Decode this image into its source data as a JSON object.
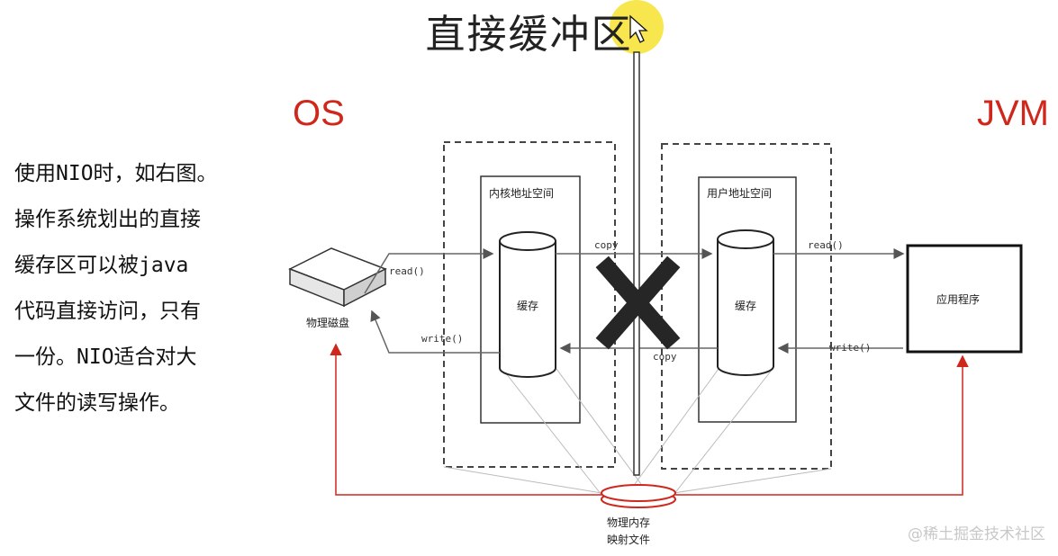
{
  "title": "直接缓冲区",
  "labels": {
    "os": "OS",
    "jvm": "JVM"
  },
  "description": [
    "使用NIO时，如右图。",
    "操作系统划出的直接",
    "缓存区可以被java",
    "代码直接访问，只有",
    "一份。NIO适合对大",
    "文件的读写操作。"
  ],
  "diagram": {
    "disk": "物理磁盘",
    "kernel_space": "内核地址空间",
    "user_space": "用户地址空间",
    "cache_left": "缓存",
    "cache_right": "缓存",
    "app": "应用程序",
    "mapped_memory_line1": "物理内存",
    "mapped_memory_line2": "映射文件",
    "read_left": "read()",
    "write_left": "write()",
    "copy_top": "copy",
    "copy_bottom": "copy",
    "read_right": "read()",
    "write_right": "write()"
  },
  "colors": {
    "accent_red": "#d0271d",
    "cursor_highlight": "#f7e33b"
  },
  "icons": [
    "cross-mark-icon",
    "mouse-cursor-icon"
  ],
  "watermark": "@稀土掘金技术社区"
}
